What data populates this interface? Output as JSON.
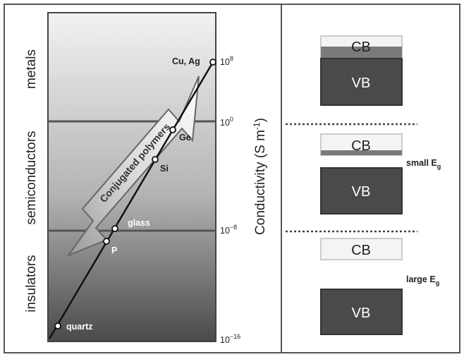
{
  "left_panel": {
    "categories": {
      "metals": "metals",
      "semiconductors": "semiconductors",
      "insulators": "insulators"
    },
    "materials": {
      "cu_ag": "Cu, Ag",
      "ge": "Ge",
      "si": "Si",
      "glass": "glass",
      "p": "P",
      "quartz": "quartz"
    },
    "arrow_label": "Conjugated polymers",
    "axis_label": "Conductivity (S m",
    "axis_label_sup": "-1",
    "axis_label_end": ")",
    "ticks": {
      "t8": {
        "base": "10",
        "exp": "8"
      },
      "t0": {
        "base": "10",
        "exp": "0"
      },
      "tm8": {
        "base": "10",
        "exp": "−8"
      },
      "tm16": {
        "base": "10",
        "exp": "−16"
      }
    }
  },
  "right_panel": {
    "metal_bands": {
      "cb": "CB",
      "vb": "VB"
    },
    "small_gap_bands": {
      "cb": "CB",
      "vb": "VB",
      "label": "small E",
      "sub": "g"
    },
    "large_gap_bands": {
      "cb": "CB",
      "vb": "VB",
      "label": "large E",
      "sub": "g"
    }
  },
  "colors": {
    "vb_fill": "#4a4a4a",
    "cb_fill": "#f4f4f4",
    "overlap_fill": "#7a7a7a",
    "frame": "#555555"
  }
}
